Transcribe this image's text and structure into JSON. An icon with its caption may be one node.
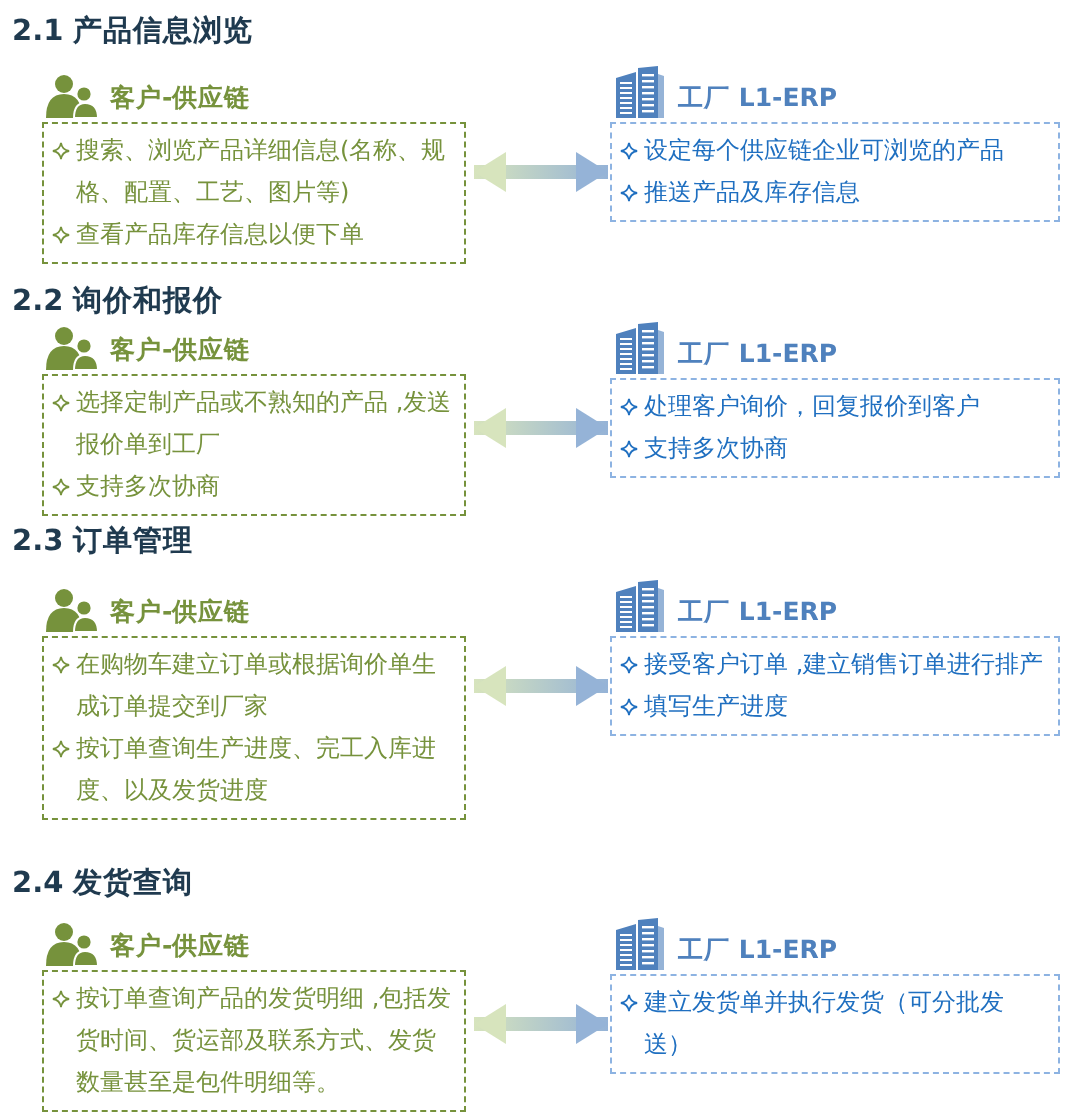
{
  "diagram": {
    "nodes": [
      {
        "text": [
          "客户-供应链",
          "搜索、浏览产品详细信息(名称、规格、配置、工艺、图片等)",
          "查看产品库存信息以便下单"
        ]
      },
      {
        "text": [
          "工厂 L1-ERP",
          "设定每个供应链企业可浏览的产品",
          "推送产品及库存信息"
        ]
      },
      {
        "text": [
          "客户-供应链",
          "选择定制产品或不熟知的产品 ,发送报价单到工厂",
          "支持多次协商"
        ]
      },
      {
        "text": [
          "工厂 L1-ERP",
          "处理客户询价，回复报价到客户",
          "支持多次协商"
        ]
      },
      {
        "text": [
          "客户-供应链",
          "在购物车建立订单或根据询价单生成订单提交到厂家",
          "按订单查询生产进度、完工入库进度、以及发货进度"
        ]
      },
      {
        "text": [
          "工厂 L1-ERP",
          "接受客户订单 ,建立销售订单进行排产",
          "填写生产进度"
        ]
      },
      {
        "text": [
          "客户-供应链",
          "按订单查询产品的发货明细 ,包括发货时间、货运部及联系方式、发货数量甚至是包件明细等。"
        ]
      },
      {
        "text": [
          "工厂 L1-ERP",
          "建立发货单并执行发货（可分批发送）"
        ]
      }
    ],
    "edges": [
      {
        "from": 0,
        "to": 1,
        "arrow": "both"
      },
      {
        "from": 2,
        "to": 3,
        "arrow": "both"
      },
      {
        "from": 4,
        "to": 5,
        "arrow": "both"
      },
      {
        "from": 6,
        "to": 7,
        "arrow": "both"
      }
    ],
    "labels": [
      "2.1 产品信息浏览",
      "2.2 询价和报价",
      "2.3 订单管理",
      "2.4 发货查询"
    ]
  }
}
